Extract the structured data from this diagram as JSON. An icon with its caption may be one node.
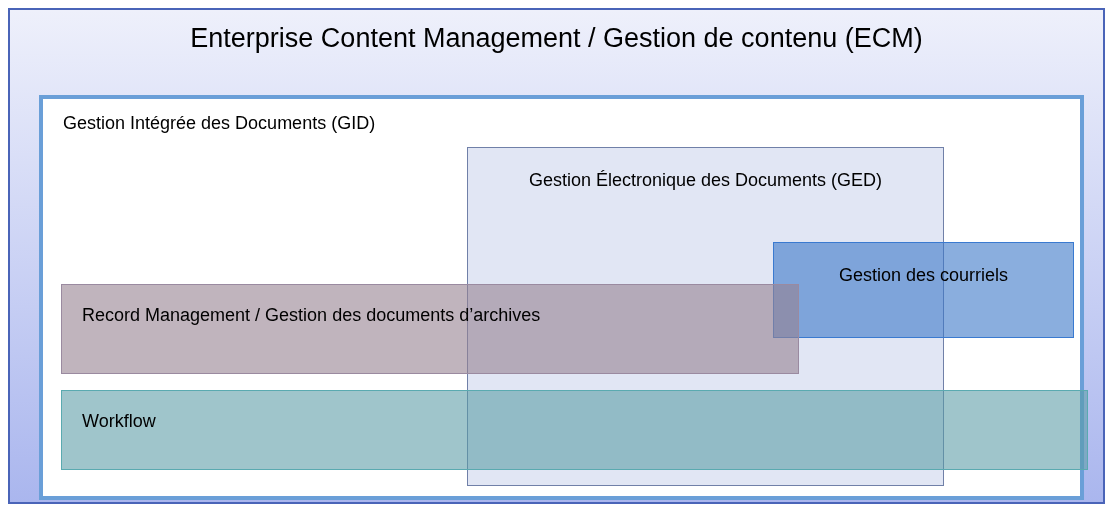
{
  "diagram": {
    "nodes": [
      {
        "text": [
          "Enterprise Content Management / Gestion de contenu (ECM)"
        ]
      },
      {
        "text": [
          "Gestion Intégrée des Documents (GID)"
        ],
        "in": 0
      },
      {
        "text": [
          "Gestion Électronique des Documents (GED)"
        ],
        "in": 1
      },
      {
        "text": [
          "Gestion des courriels"
        ],
        "in": 1
      },
      {
        "text": [
          "Record Management / Gestion des documents d’archives"
        ],
        "in": 1
      },
      {
        "text": [
          "Workflow"
        ],
        "in": 1
      }
    ],
    "edges": []
  }
}
